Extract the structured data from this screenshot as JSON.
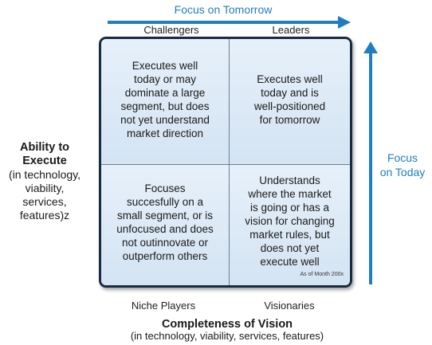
{
  "top_axis": {
    "label": "Focus on Tomorrow"
  },
  "right_axis": {
    "label": "Focus\non Today"
  },
  "left_axis": {
    "title": "Ability to\nExecute",
    "subtitle": "(in technology,\nviability,\nservices,\nfeatures)z"
  },
  "bottom_axis": {
    "title": "Completeness of Vision",
    "subtitle": "(in technology, viability, services, features)"
  },
  "quadrant_labels": {
    "challengers": "Challengers",
    "leaders": "Leaders",
    "niche": "Niche Players",
    "visionaries": "Visionaries"
  },
  "quadrants": {
    "top_left": "Executes well\ntoday or may\ndominate a large\nsegment, but does\nnot yet understand\nmarket direction",
    "top_right": "Executes well\ntoday and is\nwell-positioned\nfor tomorrow",
    "bottom_left": "Focuses\nsuccesfully on a\nsmall segment, or is\nunfocused and does\nnot outinnovate or\noutperform others",
    "bottom_right": "Understands\nwhere the market\nis going or has a\nvision for changing\nmarket rules, but\ndoes not yet\nexecute well"
  },
  "footnote": "As of Month 200x",
  "colors": {
    "accent": "#1f7ec1",
    "border": "#1a2b3f",
    "cell": "#dce9f6"
  }
}
